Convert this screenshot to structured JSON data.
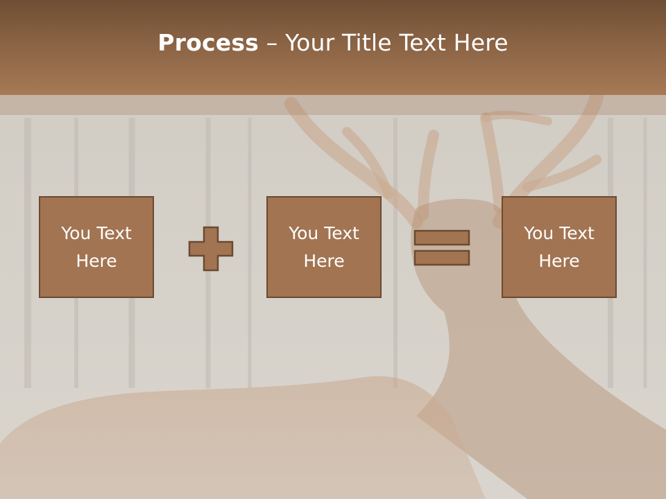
{
  "slide": {
    "title_bold": "Process",
    "title_rest": " – Your Title Text Here",
    "boxes": [
      {
        "label": "You Text\nHere"
      },
      {
        "label": "You Text\nHere"
      },
      {
        "label": "You Text\nHere"
      }
    ],
    "operators": [
      "plus-icon",
      "equals-icon"
    ]
  },
  "colors": {
    "title_bar": "#8a6344",
    "box_fill": "#a27452",
    "box_border": "#6a4a31",
    "background": "#d3cfc7"
  }
}
